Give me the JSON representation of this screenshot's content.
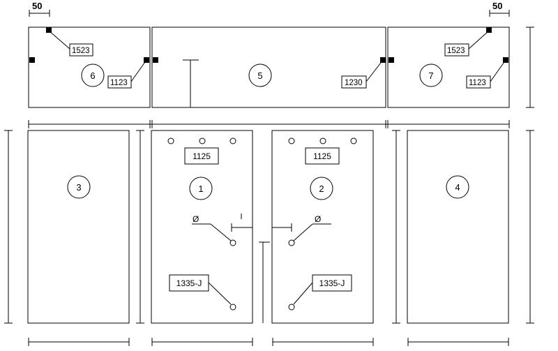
{
  "dimensions": {
    "left": "50",
    "right": "50"
  },
  "panels": [
    {
      "id": "6",
      "label": "6"
    },
    {
      "id": "5",
      "label": "5"
    },
    {
      "id": "7",
      "label": "7"
    },
    {
      "id": "3",
      "label": "3"
    },
    {
      "id": "1",
      "label": "1"
    },
    {
      "id": "2",
      "label": "2"
    },
    {
      "id": "4",
      "label": "4"
    }
  ],
  "tags": {
    "p6_top": "1523",
    "p6_side": "1123",
    "p5_side": "1230",
    "p7_top": "1523",
    "p7_side": "1123",
    "p1_top": "1125",
    "p2_top": "1125",
    "p1_lock": "1335-J",
    "p2_lock": "1335-J"
  },
  "symbols": {
    "diameter": "Ø"
  }
}
